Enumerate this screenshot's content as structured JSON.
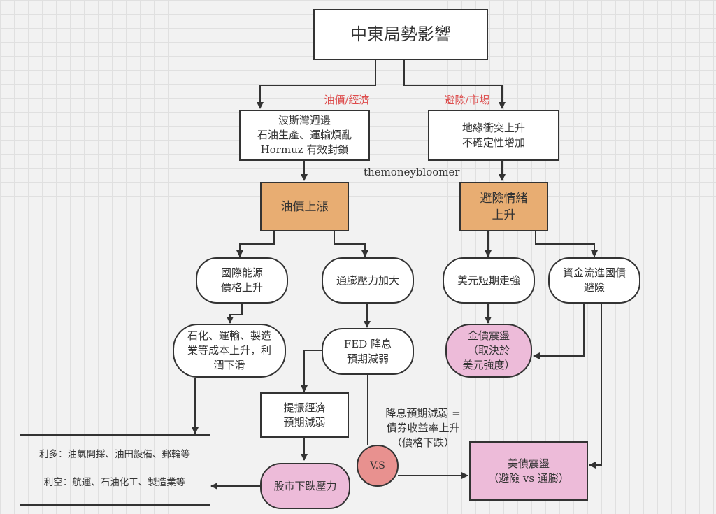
{
  "colors": {
    "orange_fill": "#e8ad72",
    "pink_fill": "#edbbd9",
    "vs_fill": "#e8918f",
    "category_label": "#dd4b4b",
    "line": "#333333"
  },
  "watermark": "themoneybloomer",
  "nodes": {
    "root": "中東局勢影響",
    "branch_left_label": "油價/經濟",
    "branch_right_label": "避險/市場",
    "gulf": "波斯灣週邊\n石油生產、運輸煩亂\nHormuz 有效封鎖",
    "geo": "地緣衝突上升\n不確定性增加",
    "oil_up": "油價上漲",
    "risk_off": "避險情緒\n上升",
    "energy_price": "國際能源\n價格上升",
    "inflation": "通膨壓力加大",
    "usd_strong": "美元短期走強",
    "to_bonds": "資金流進國債\n避險",
    "cost_up": "石化、運輸、製造\n業等成本上升，利\n潤下滑",
    "fed": "FED 降息\n預期減弱",
    "gold": "金價震盪\n（取決於\n美元強度）",
    "growth": "提振經濟\n預期減弱",
    "rate_note": "降息預期減弱 =\n債券收益率上升\n（價格下跌）",
    "stocks": "股市下跌壓力",
    "vs": "V.S",
    "treasury": "美債震盪\n（避險 vs 通膨）",
    "benefit": "利多：油氣開採、油田設備、郵輪等",
    "harm": "利空：航運、石油化工、製造業等"
  }
}
